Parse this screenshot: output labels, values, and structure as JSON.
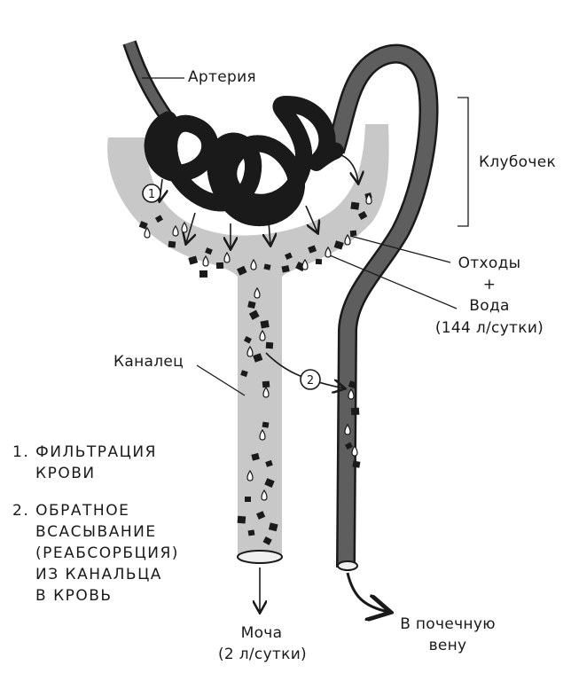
{
  "labels": {
    "artery": "Артерия",
    "glomerulus": "Клубочек",
    "waste": "Отходы",
    "plus": "+",
    "water": "Вода",
    "filtrate_volume": "(144 л/сутки)",
    "tubule": "Каналец",
    "urine": "Моча",
    "urine_volume": "(2 л/сутки)",
    "vein_line1": "В почечную",
    "vein_line2": "вену"
  },
  "markers": {
    "one": "1",
    "two": "2"
  },
  "legend": {
    "item1_line1": "1. ФИЛЬТРАЦИЯ",
    "item1_line2": "КРОВИ",
    "item2_line1": "2. ОБРАТНОЕ",
    "item2_line2": "ВСАСЫВАНИЕ",
    "item2_line3": "(РЕАБСОРБЦИЯ)",
    "item2_line4": "ИЗ КАНАЛЬЦА",
    "item2_line5": "В КРОВЬ"
  },
  "colors": {
    "vessel": "#5e5e5e",
    "outline": "#1a1a1a",
    "tubule": "#c8c8c8",
    "particle": "#1a1a1a"
  }
}
